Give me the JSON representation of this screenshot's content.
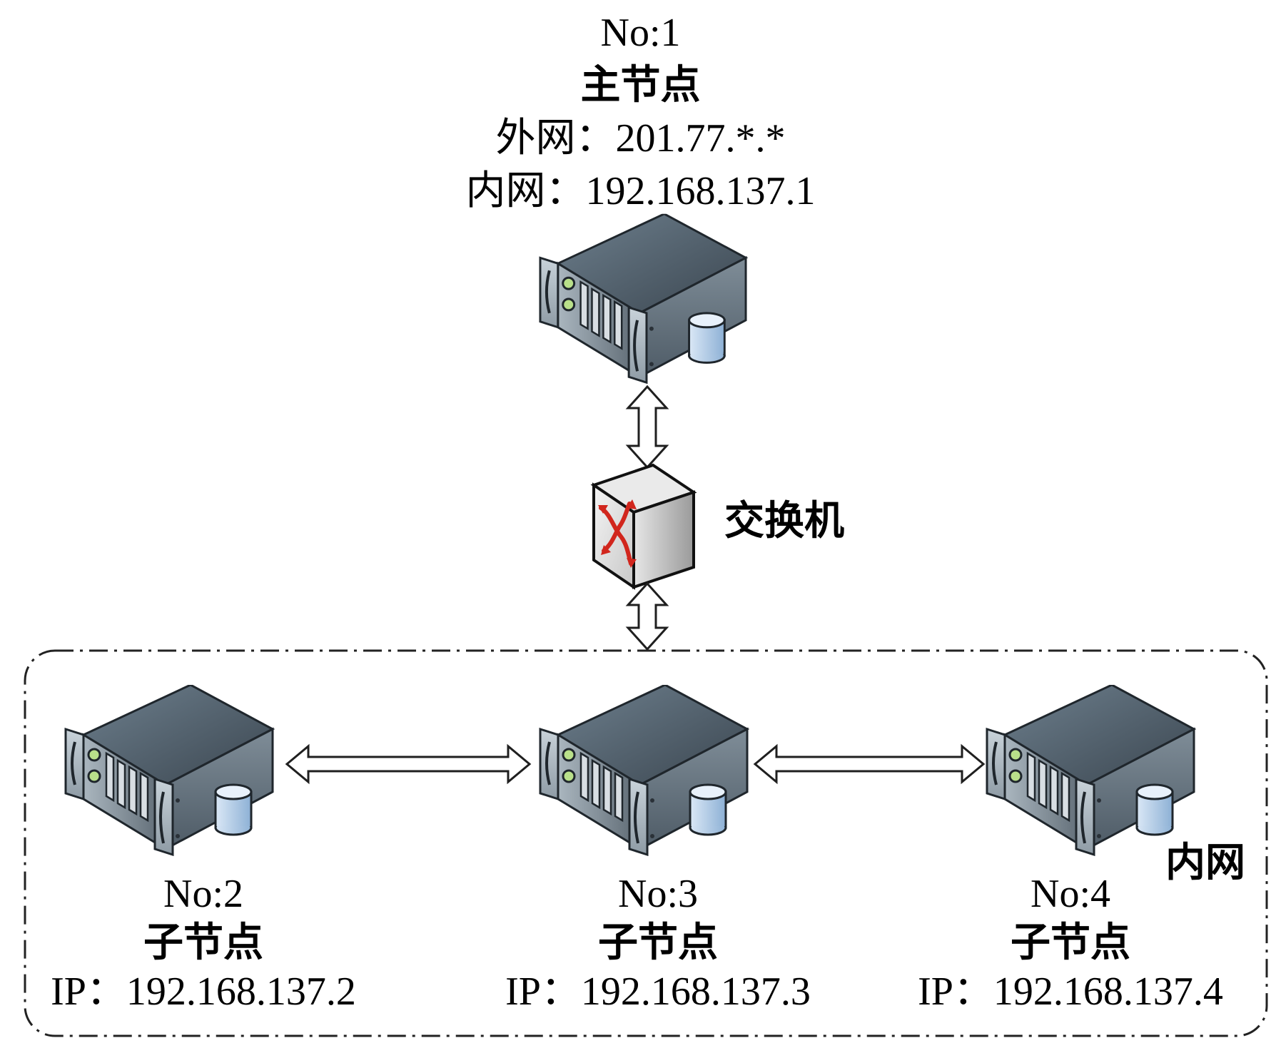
{
  "master": {
    "no": "No:1",
    "role": "主节点",
    "external": "外网：201.77.*.*",
    "internal": "内网：192.168.137.1"
  },
  "switch": {
    "label": "交换机"
  },
  "lan": {
    "label": "内网"
  },
  "children": [
    {
      "no": "No:2",
      "role": "子节点",
      "ip": "IP：192.168.137.2"
    },
    {
      "no": "No:3",
      "role": "子节点",
      "ip": "IP：192.168.137.3"
    },
    {
      "no": "No:4",
      "role": "子节点",
      "ip": "IP：192.168.137.4"
    }
  ],
  "icons": {
    "server": "server-icon",
    "switch": "network-switch-icon",
    "link": "double-arrow-icon"
  }
}
